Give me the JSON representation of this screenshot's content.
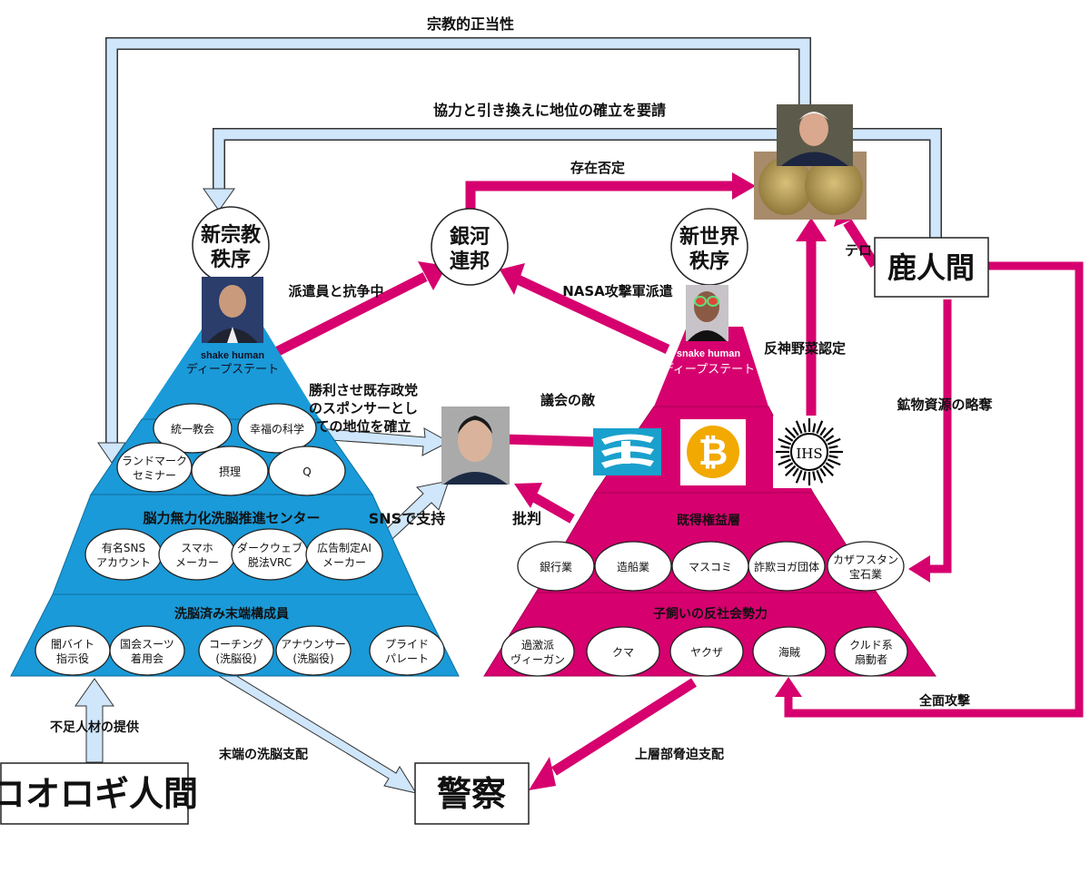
{
  "colors": {
    "blue_pyramid": "#1a9ad8",
    "pink_pyramid": "#d6006e",
    "arrow_blue_fill": "#cfe6fb",
    "arrow_pink": "#d6006e",
    "outline": "#333333"
  },
  "edge_labels": {
    "religious_legitimacy": "宗教的正当性",
    "request_status": "協力と引き換えに地位の確立を要請",
    "denial": "存在否定",
    "conflict_envoy": "派遣員と抗争中",
    "nasa": "NASA攻撃軍派遣",
    "anti_vegetable": "反神野菜認定",
    "terror": "テロ",
    "sponsor": [
      "勝利させ既存政党",
      "のスポンサーとし",
      "ての地位を確立"
    ],
    "enemy_parliament": "議会の敵",
    "sns_support": "SNSで支持",
    "criticism": "批判",
    "mineral": "鉱物資源の略奪",
    "full_attack": "全面攻撃",
    "supply_personnel": "不足人材の提供",
    "terminal_control": "末端の洗脳支配",
    "upper_coercion": "上層部脅迫支配"
  },
  "circles": {
    "new_religion": [
      "新宗教",
      "秩序"
    ],
    "galactic": [
      "銀河",
      "連邦"
    ],
    "new_world": [
      "新世界",
      "秩序"
    ]
  },
  "boxes": {
    "deer": "鹿人間",
    "cricket": "コオロギ人間",
    "police": "警察"
  },
  "left_pyramid": {
    "top_caption": [
      "shake human",
      "ディープステート"
    ],
    "tier1_items": [
      "統一教会",
      "幸福の科学",
      "ランドマーク\nセミナー",
      "摂理",
      "Q"
    ],
    "tier2_title": "脳力無力化洗脳推進センター",
    "tier2_items": [
      "有名SNS\nアカウント",
      "スマホ\nメーカー",
      "ダークウェブ\n脱法VRC",
      "広告制定AI\nメーカー"
    ],
    "tier3_title": "洗脳済み末端構成員",
    "tier3_items": [
      "闇バイト\n指示役",
      "国会スーツ\n着用会",
      "コーチング\n(洗脳役)",
      "アナウンサー\n(洗脳役)",
      "プライド\nパレート"
    ]
  },
  "right_pyramid": {
    "top_caption": [
      "snake human",
      "ディープステート"
    ],
    "logos": [
      "wave-flag-logo",
      "bitcoin-logo",
      "ihs-sun-logo"
    ],
    "tier2_title": "既得権益層",
    "tier2_items": [
      "銀行業",
      "造船業",
      "マスコミ",
      "詐欺ヨガ団体",
      "カザフスタン\n宝石業"
    ],
    "tier3_title": "子飼いの反社会勢力",
    "tier3_items": [
      "過激派\nヴィーガン",
      "クマ",
      "ヤクザ",
      "海賊",
      "クルド系\n扇動者"
    ]
  },
  "logo_text": {
    "bitcoin": "₿",
    "ihs": "IHS"
  }
}
